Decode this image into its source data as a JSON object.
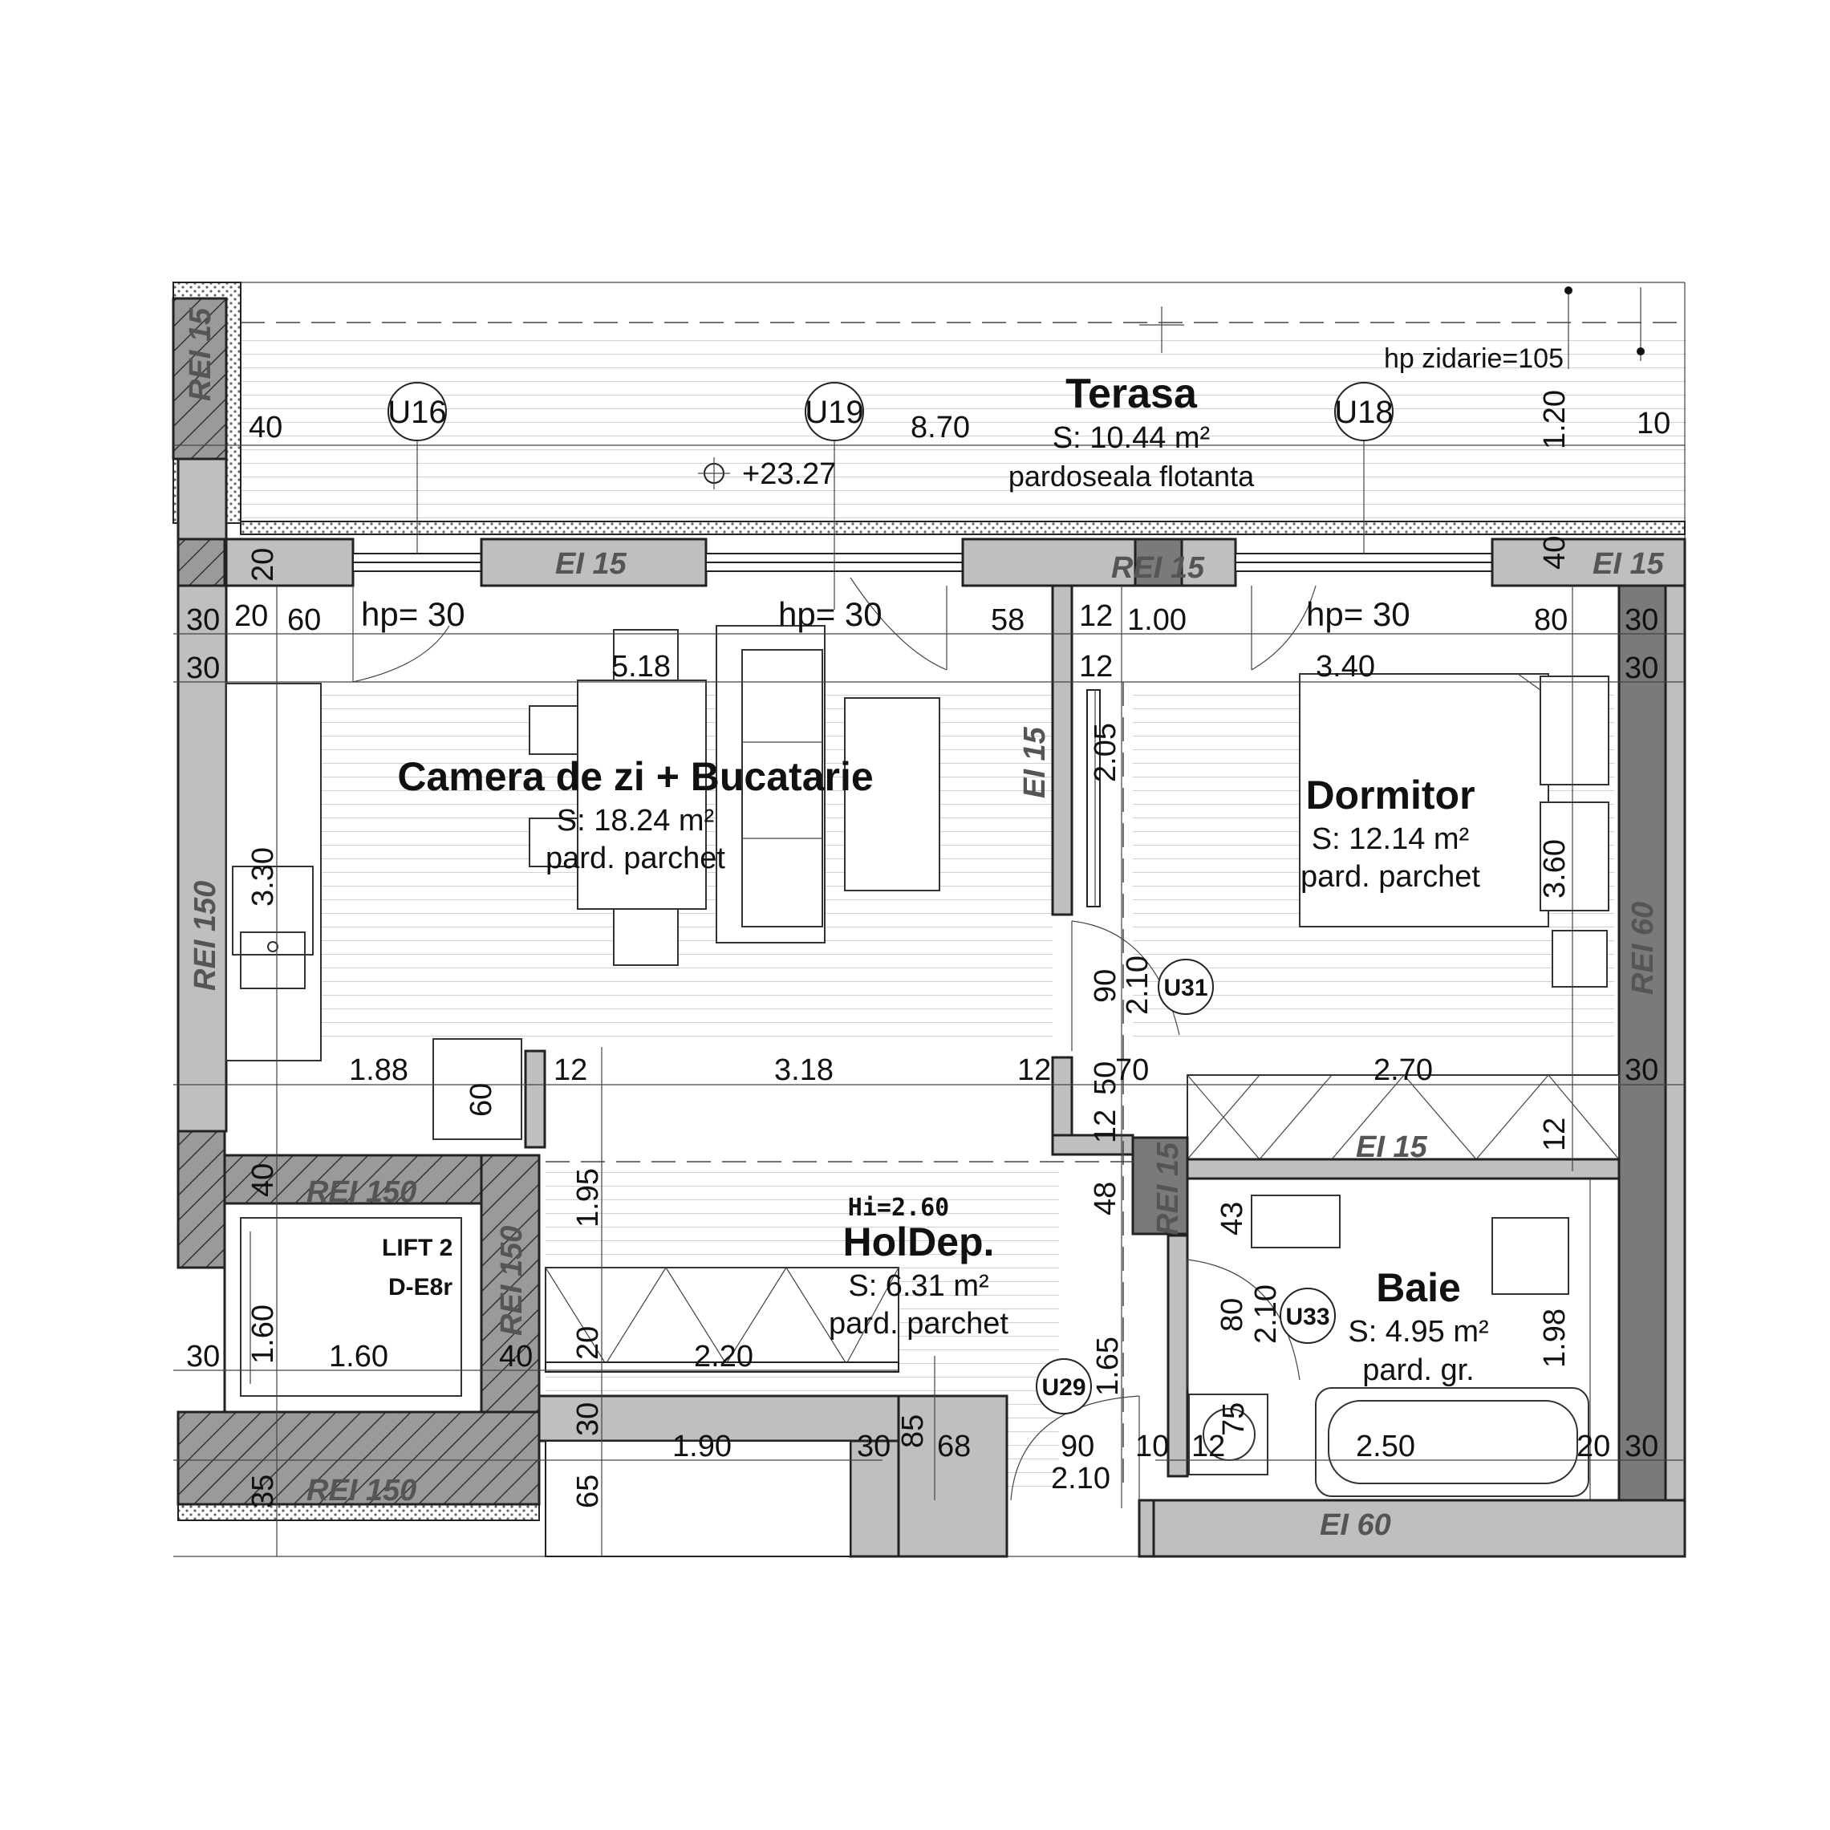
{
  "rooms": {
    "terasa": {
      "name": "Terasa",
      "area": "S: 10.44 m²",
      "floor": "pardoseala flotanta"
    },
    "camera": {
      "name": "Camera de zi + Bucatarie",
      "area": "S: 18.24 m²",
      "floor": "pard. parchet"
    },
    "dormitor": {
      "name": "Dormitor",
      "area": "S: 12.14 m²",
      "floor": "pard. parchet"
    },
    "hol": {
      "name": "HolDep.",
      "area": "S: 6.31 m²",
      "floor": "pard. parchet",
      "height": "Hi=2.60"
    },
    "baie": {
      "name": "Baie",
      "area": "S: 4.95 m²",
      "floor": "pard. gr."
    },
    "lift": {
      "name": "LIFT 2",
      "code": "D-E8r"
    }
  },
  "notes": {
    "hp_zidarie": "hp zidarie=105",
    "elevation": "+23.27"
  },
  "fire_ratings": {
    "rei15_top": "REI 15",
    "ei15_a": "EI 15",
    "rei15_mid": "REI 15",
    "ei15_b": "EI 15",
    "ei15_v": "EI 15",
    "rei150_left": "REI 150",
    "rei150_a": "REI 150",
    "rei150_v": "REI 150",
    "rei150_b": "REI 150",
    "rei15_v": "REI 15",
    "ei15_c": "EI 15",
    "rei60": "REI 60",
    "ei60": "EI 60"
  },
  "doors": {
    "u16": "U16",
    "u19": "U19",
    "u18": "U18",
    "u31": "U31",
    "u33": "U33",
    "u29": "U29"
  },
  "parapets": {
    "a": "hp= 30",
    "b": "hp= 30",
    "c": "hp= 30"
  },
  "dims": {
    "d40a": "40",
    "d870": "8.70",
    "d120": "1.20",
    "d10a": "10",
    "d20a": "20",
    "d40b": "40",
    "d30a": "30",
    "d20b": "20",
    "d60a": "60",
    "d58": "58",
    "d12a": "12",
    "d100": "1.00",
    "d80a": "80",
    "d30b": "30",
    "d30c": "30",
    "d518": "5.18",
    "d12b": "12",
    "d340": "3.40",
    "d30d": "30",
    "d205": "2.05",
    "d330": "3.30",
    "d360": "3.60",
    "d90a": "90",
    "d210a": "2.10",
    "d188": "1.88",
    "d12c": "12",
    "d318": "3.18",
    "d12d": "12",
    "d50": "50",
    "d70": "70",
    "d270": "2.70",
    "d30e": "30",
    "d60b": "60",
    "d12e": "12",
    "d12f": "12",
    "d40c": "40",
    "d195": "1.95",
    "d48": "48",
    "d43": "43",
    "d160a": "1.60",
    "d30f": "30",
    "d160b": "1.60",
    "d40d": "40",
    "d20c": "20",
    "d220": "2.20",
    "d80b": "80",
    "d210b": "2.10",
    "d198": "1.98",
    "d165": "1.65",
    "d30g": "30",
    "d190": "1.90",
    "d30h": "30",
    "d85": "85",
    "d68": "68",
    "d90b": "90",
    "d10b": "10",
    "d12g": "12",
    "d75": "75",
    "d250": "2.50",
    "d20d": "20",
    "d30i": "30",
    "d35": "35",
    "d65": "65",
    "d210c": "2.10"
  }
}
